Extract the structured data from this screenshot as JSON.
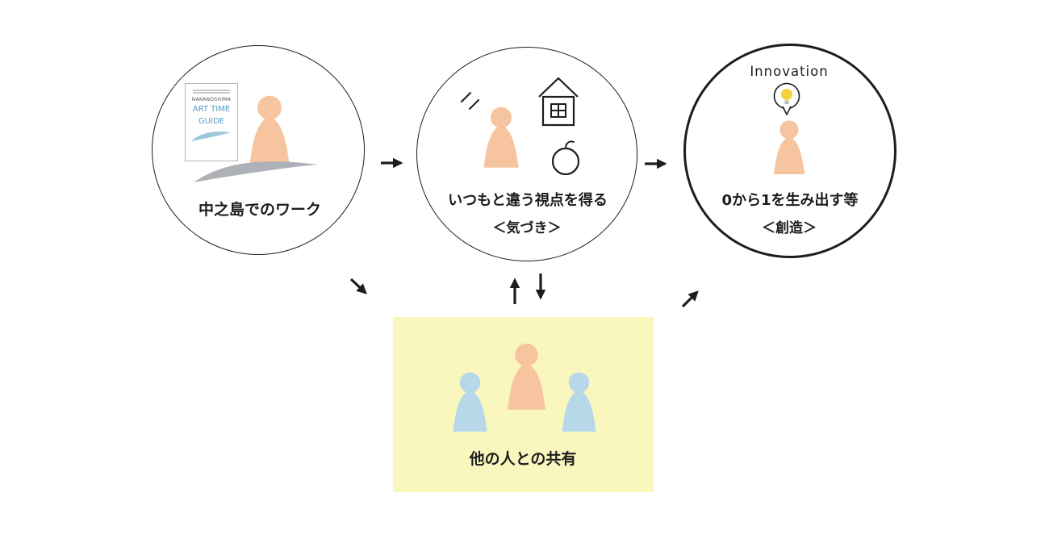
{
  "colors": {
    "peach": "#F6C5A0",
    "blue": "#B7D8E8",
    "panelYellow": "#FAF7BE",
    "swooshGray": "#AFB1B8",
    "bookletBlue": "#4E9CC6",
    "bulbYellow": "#F4D23C",
    "ink": "#1D1D1D"
  },
  "nodes": {
    "work": {
      "label": "中之島でのワーク",
      "booklet": {
        "small_caption": "NAKANOSHIMA",
        "title_line1": "ART TIME",
        "title_line2": "GUIDE"
      }
    },
    "perspective": {
      "label": "いつもと違う視点を得る",
      "sublabel": "＜気づき＞"
    },
    "innovation": {
      "title": "Innovation",
      "label": "0から1を生み出す等",
      "sublabel": "＜創造＞"
    },
    "share": {
      "label": "他の人との共有"
    }
  }
}
